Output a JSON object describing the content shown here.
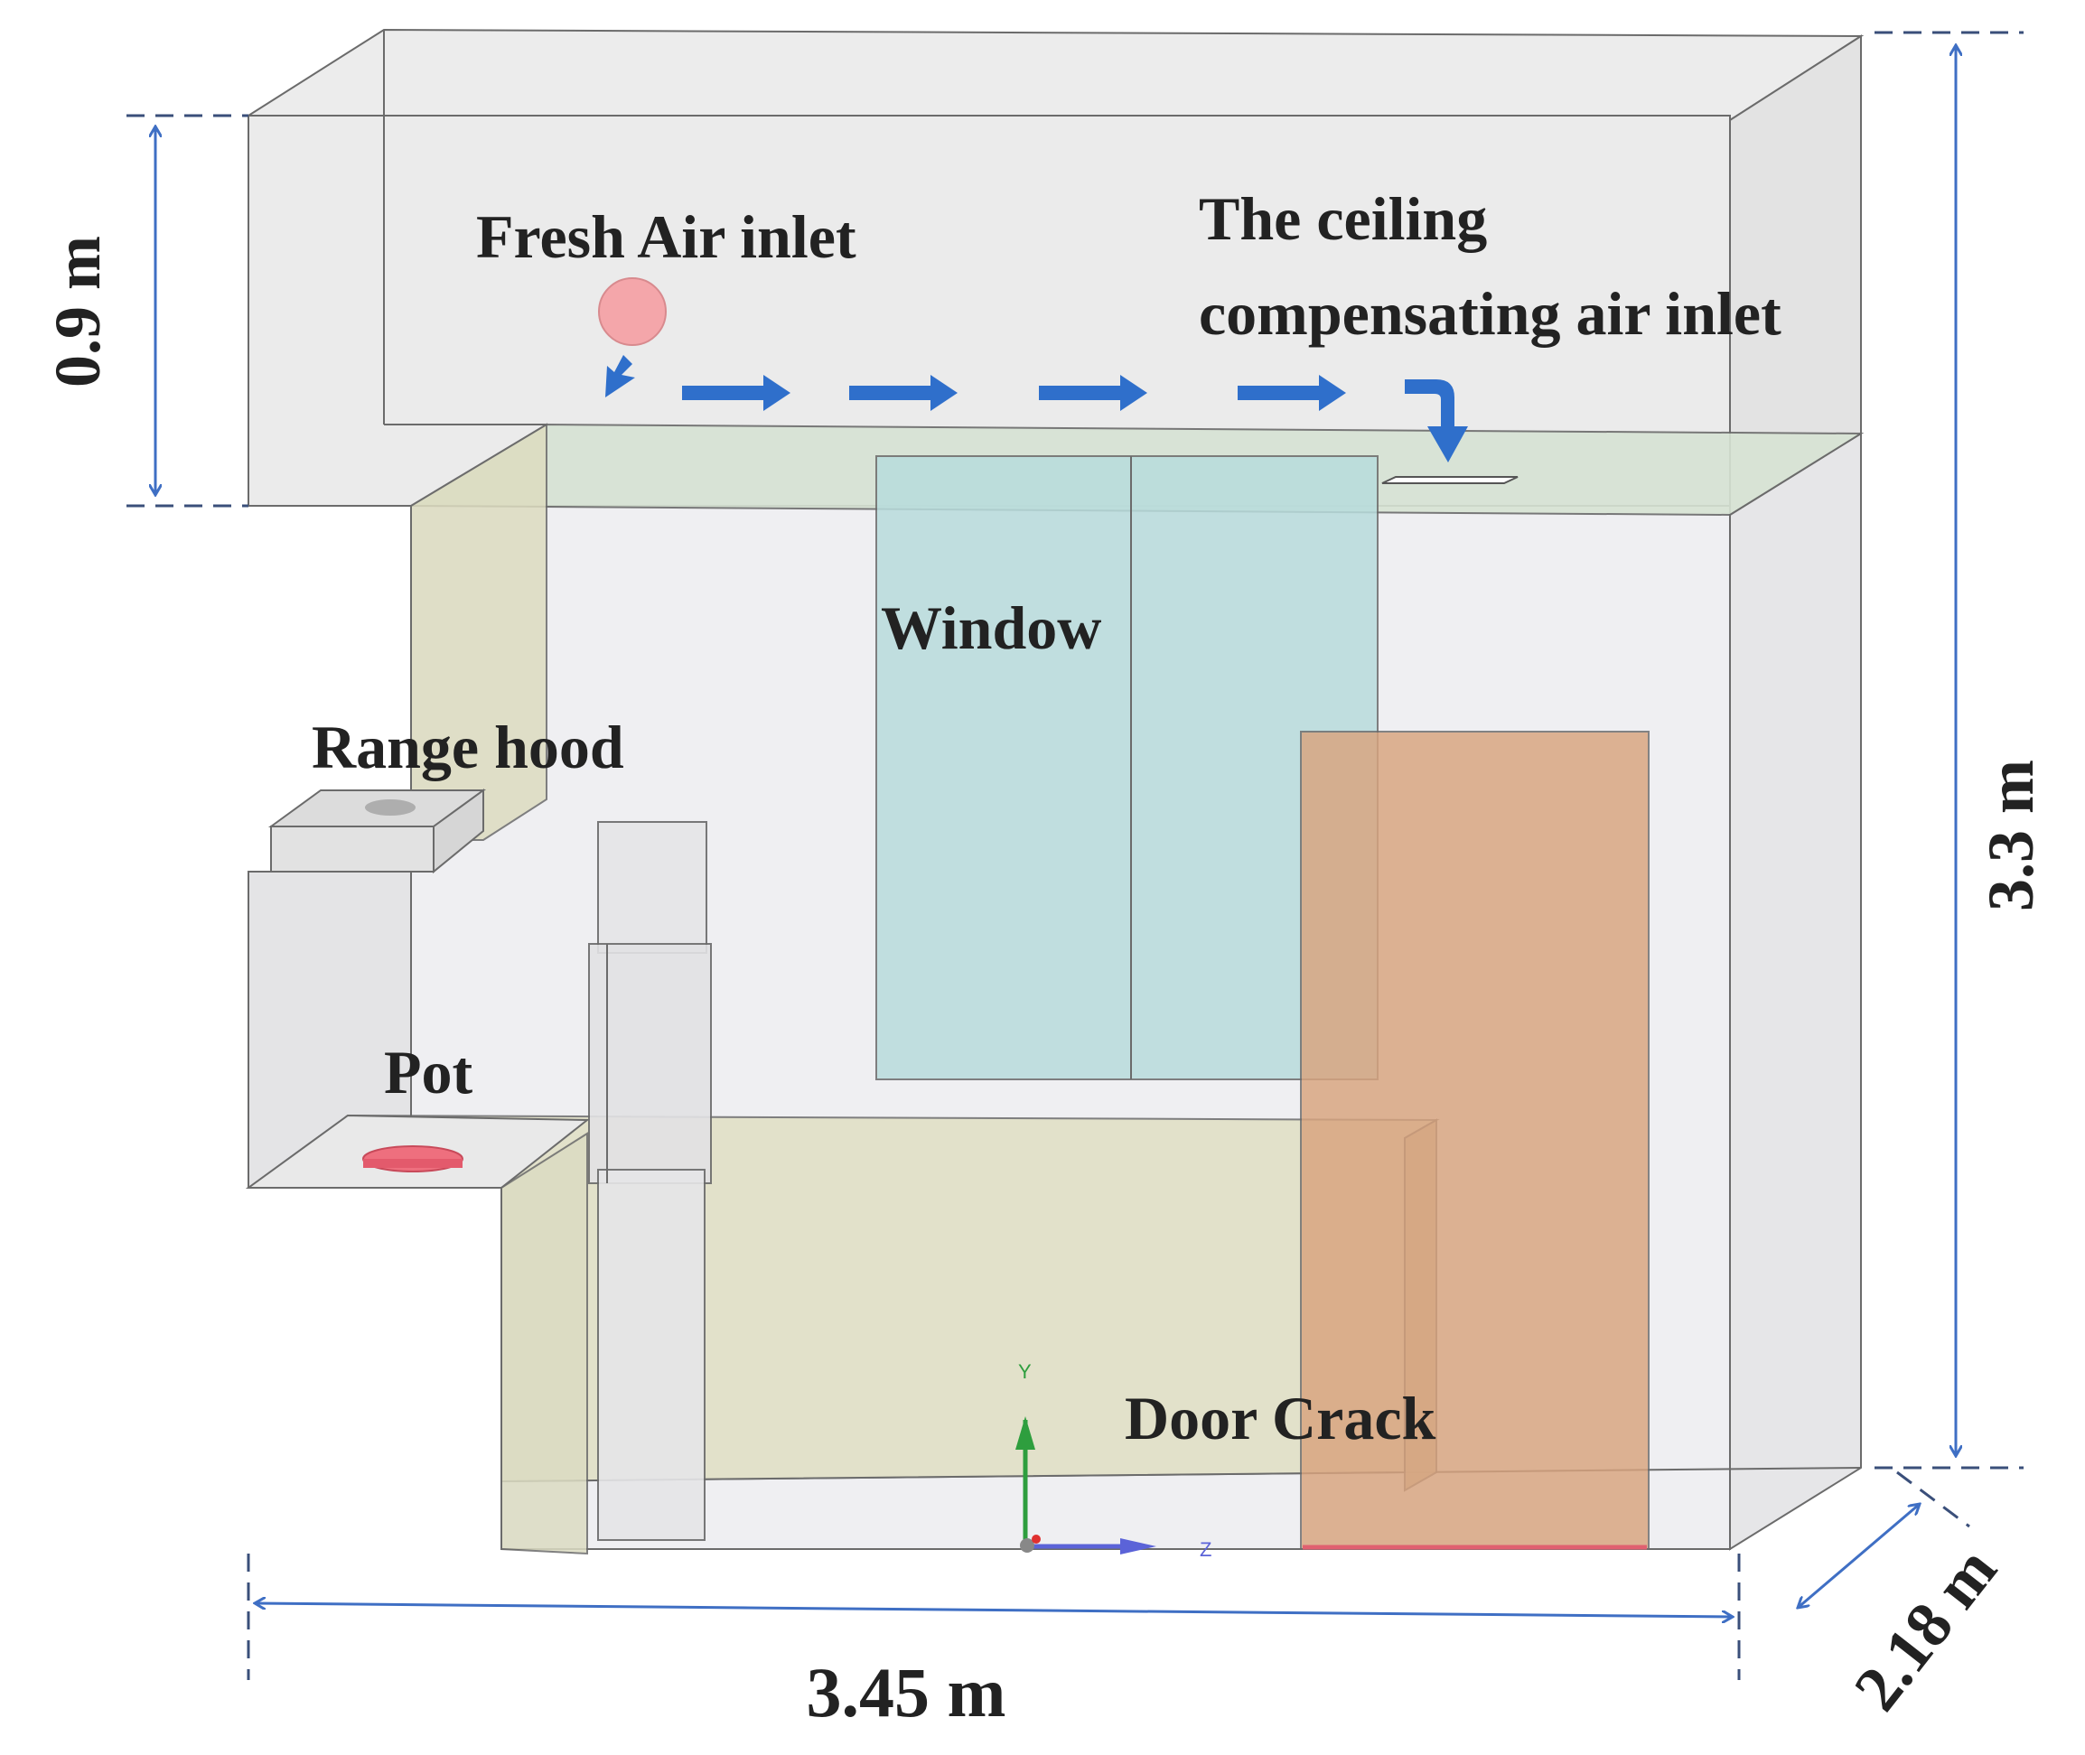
{
  "labels": {
    "fresh_air_inlet": "Fresh Air inlet",
    "ceiling_line1": "The ceiling",
    "ceiling_line2": "compensating air inlet",
    "window": "Window",
    "range_hood": "Range hood",
    "pot": "Pot",
    "door_crack": "Door Crack"
  },
  "dimensions": {
    "ceiling_height": "0.9 m",
    "room_height": "3.3 m",
    "room_length": "3.45 m",
    "room_depth": "2.18 m"
  },
  "axes": {
    "y": "Y",
    "z": "Z"
  },
  "colors": {
    "flow_arrow": "#2f6fcb",
    "dimension_line": "#3f6fc4",
    "fresh_air_inlet": "#f4a6aa",
    "pot": "#ee6f7e",
    "window": "#b8dcdc",
    "door": "#d9a47e",
    "cabinet": "#dcdcb8",
    "axis_y": "#2e9e3e",
    "axis_z": "#5b63d8"
  }
}
